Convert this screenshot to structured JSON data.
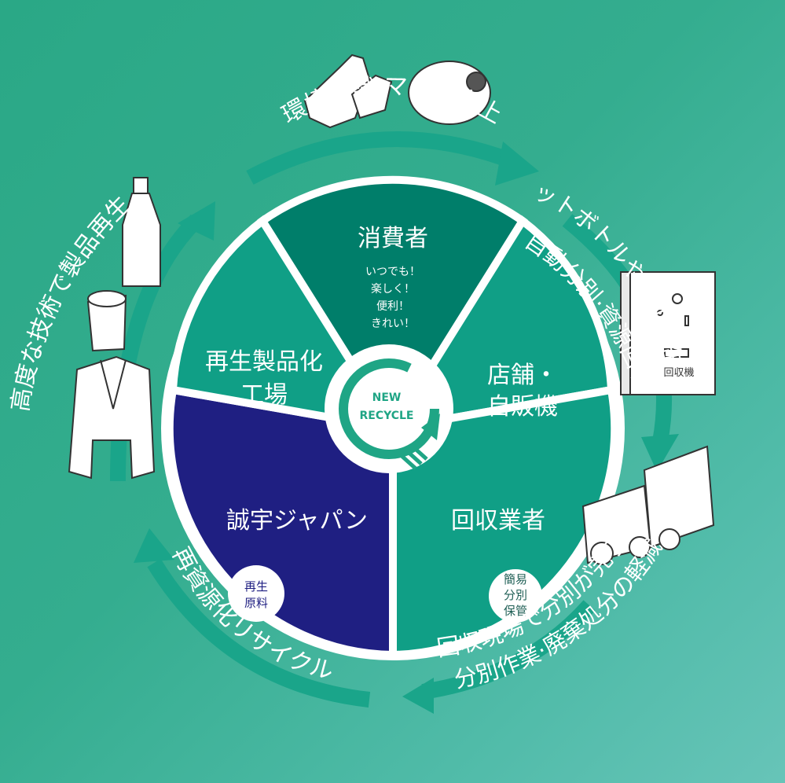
{
  "cycle_labels": {
    "top": "環境意識·マナー向上",
    "right_line1": "ペットボトルやアルミ缶を",
    "right_line2": "自動分別·資源回収",
    "bottom_right_line1": "回収現場で分別が完了",
    "bottom_right_line2": "分別作業·廃棄処分の軽減",
    "bottom_left": "再資源化リサイクル",
    "left": "高度な技術で製品再生"
  },
  "segments": {
    "consumer": {
      "title": "消費者",
      "sub": [
        "いつでも！",
        "楽しく！",
        "便利！",
        "きれい！"
      ]
    },
    "store": {
      "title_line1": "店舗・",
      "title_line2": "自販機"
    },
    "collector": {
      "title": "回収業者",
      "badge": [
        "簡易",
        "分別",
        "保管"
      ]
    },
    "seiu": {
      "title": "誠宇ジャパン",
      "badge": [
        "再生",
        "原料"
      ]
    },
    "factory": {
      "title_line1": "再生製品化",
      "title_line2": "工場"
    }
  },
  "center": {
    "line1": "NEW",
    "line2": "RECYCLE"
  },
  "machine_label": "回収機",
  "colors": {
    "background": "#34ad8f",
    "segment_dark": "#007e6a",
    "segment": "#109f86",
    "seiu": "#1f1f82",
    "white": "#ffffff"
  }
}
